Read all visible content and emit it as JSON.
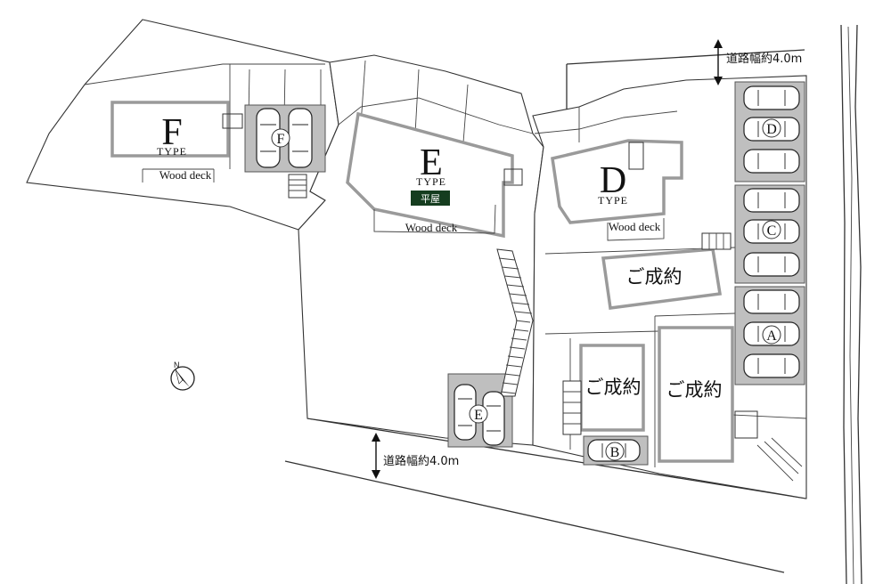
{
  "colors": {
    "pad_gray": "#bfbfbf",
    "house_outline_gray": "#9a9a9a",
    "hiraya_badge": "#153d1f",
    "line": "#333333"
  },
  "units": {
    "F": {
      "letter": "F",
      "type": "TYPE",
      "deck": "Wood deck",
      "parking": "F"
    },
    "E": {
      "letter": "E",
      "type": "TYPE",
      "deck": "Wood deck",
      "badge": "平屋",
      "parking": "E"
    },
    "D": {
      "letter": "D",
      "type": "TYPE",
      "deck": "Wood deck"
    }
  },
  "sold_lots": [
    "ご成約",
    "ご成約",
    "ご成約"
  ],
  "parking_groups": [
    "D",
    "C",
    "A",
    "B"
  ],
  "roads": {
    "east": "道路幅約4.0m",
    "south": "道路幅約4.0m"
  },
  "north_arrow": {
    "letter": "N",
    "icon": "north-arrow-icon"
  }
}
